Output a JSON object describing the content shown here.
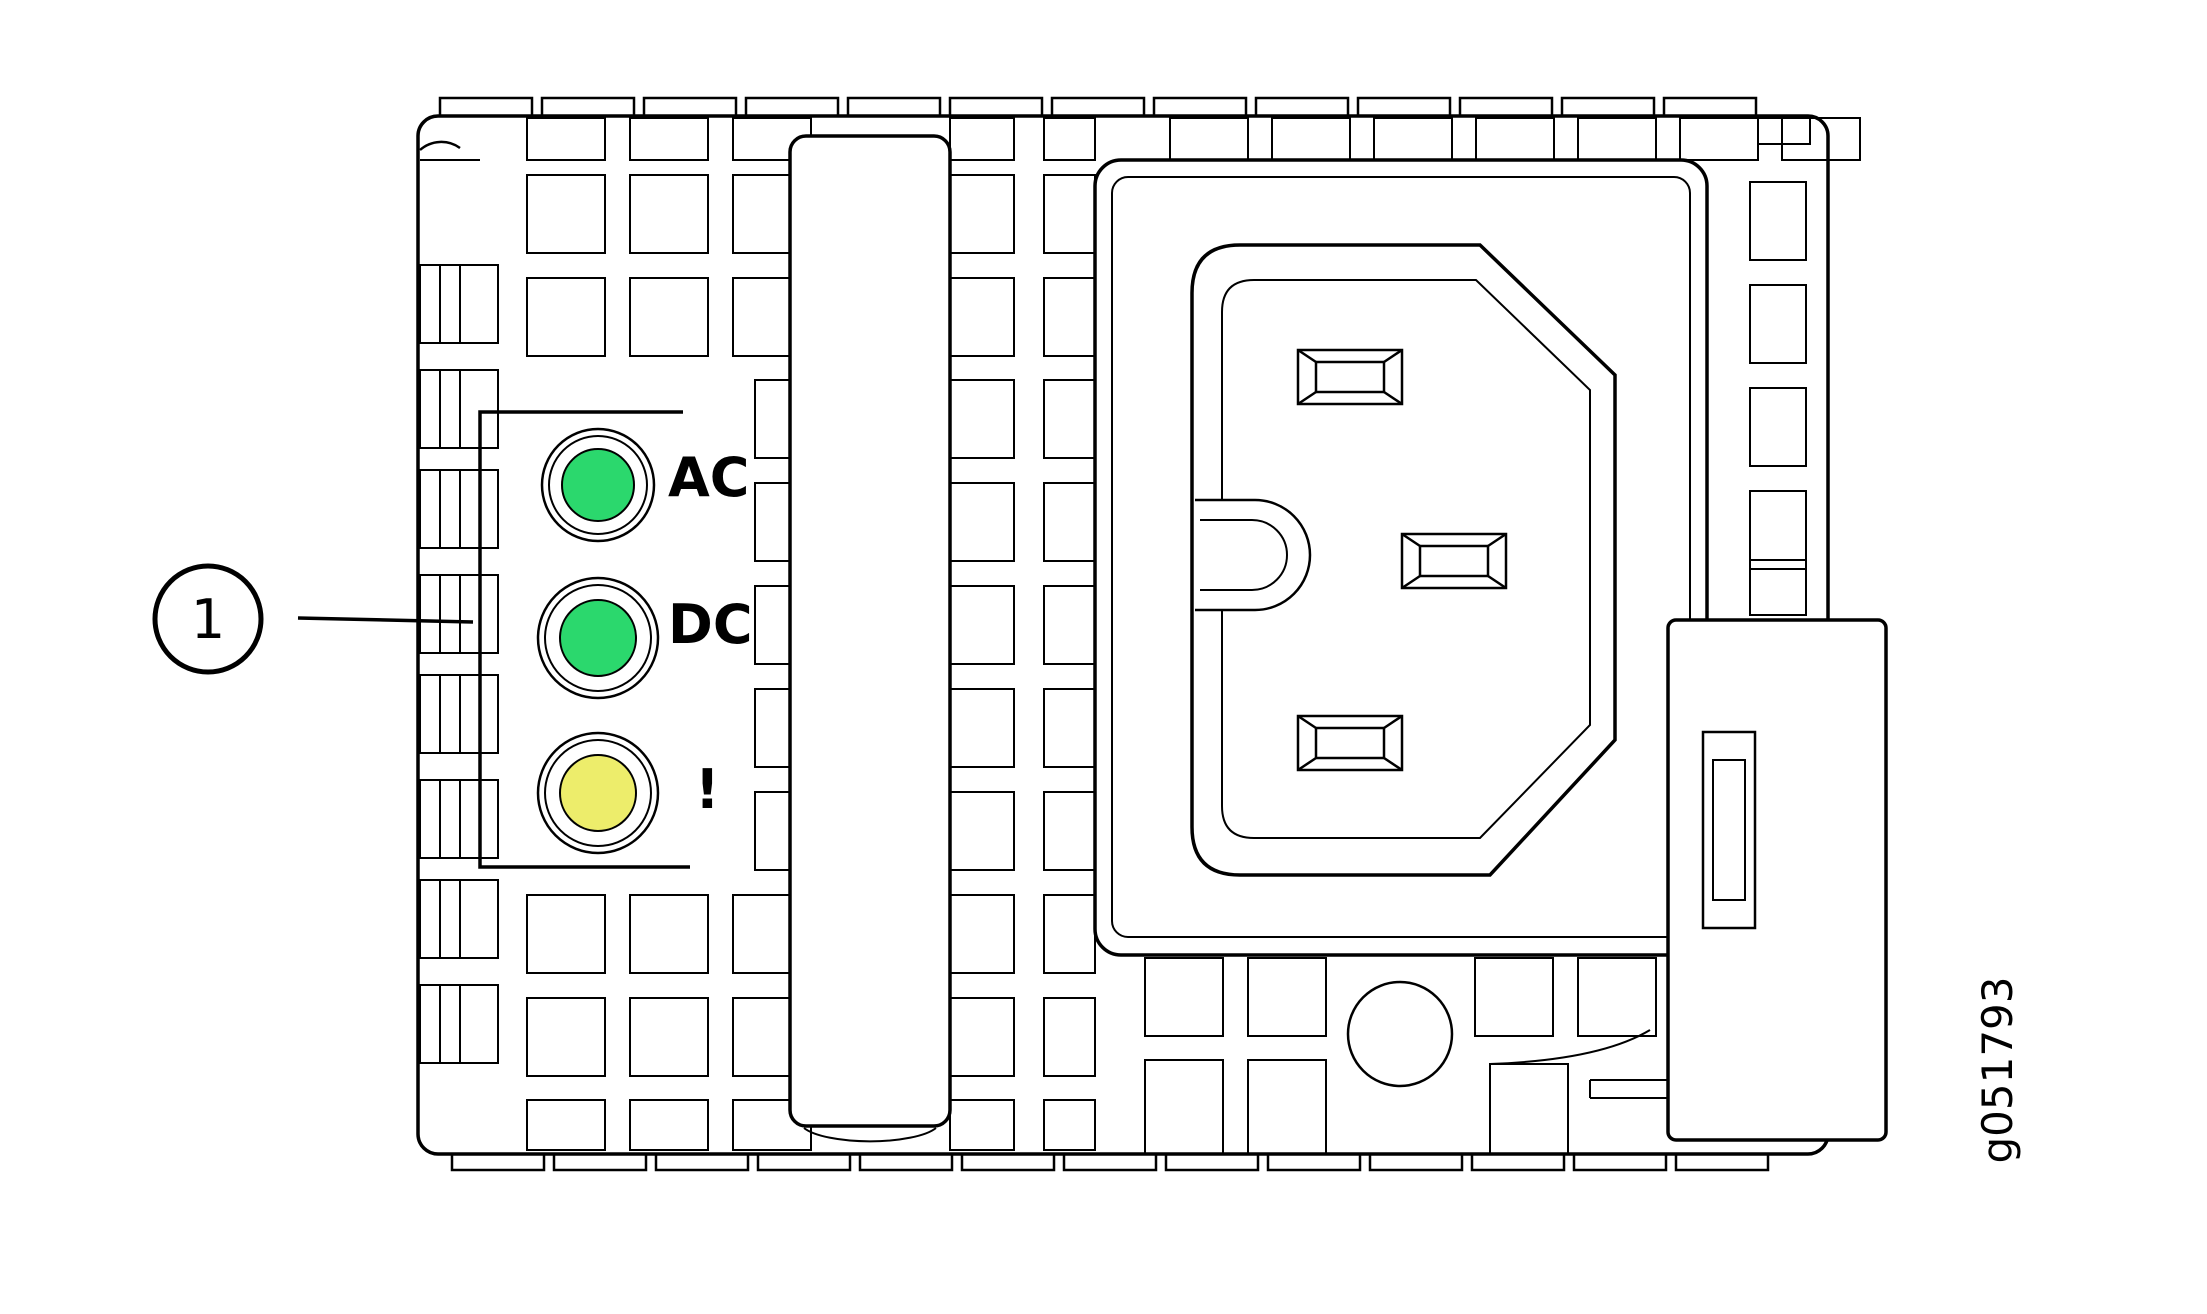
{
  "figure_id": "g051793",
  "callout": {
    "number": "1"
  },
  "leds": [
    {
      "label": "AC",
      "color": "#2bd86d"
    },
    {
      "label": "DC",
      "color": "#2bd86d"
    },
    {
      "label": "!",
      "color": "#eded6b"
    }
  ]
}
